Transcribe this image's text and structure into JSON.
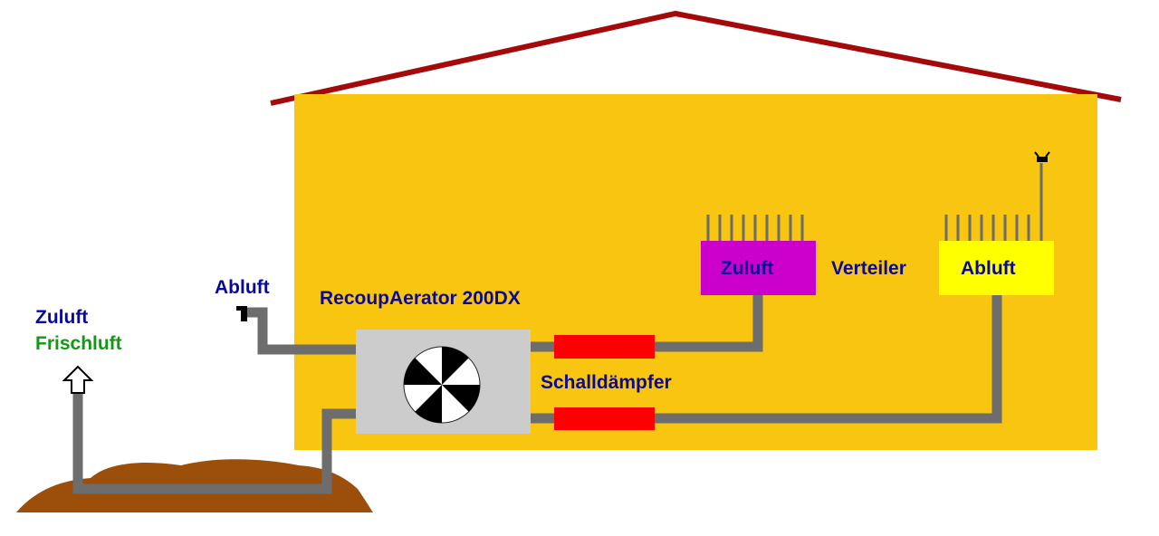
{
  "labels": {
    "title": "RecoupAerator 200DX",
    "abluft_outside": "Abluft",
    "zuluft_outside": "Zuluft",
    "frischluft": "Frischluft",
    "schalldaempfer": "Schalldämpfer",
    "verteiler": "Verteiler",
    "zuluft_box": "Zuluft",
    "abluft_box": "Abluft"
  },
  "colors": {
    "house": "#f8c510",
    "roof": "#a50a0a",
    "pipe": "#6d6d6d",
    "unit": "#cccccc",
    "silencer": "#ff0000",
    "zuluft_box": "#cc00cc",
    "abluft_box": "#ffff00",
    "ground": "#9c4f0b",
    "text_blue": "#0a0a99",
    "text_green": "#119911"
  }
}
